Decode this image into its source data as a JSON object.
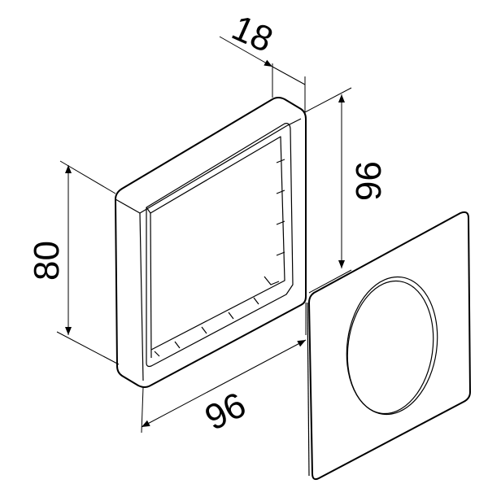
{
  "dimensions": {
    "depth": "18",
    "height_right": "96",
    "height_left": "80",
    "width_bottom": "96"
  },
  "colors": {
    "line": "#000000",
    "background": "#ffffff"
  }
}
